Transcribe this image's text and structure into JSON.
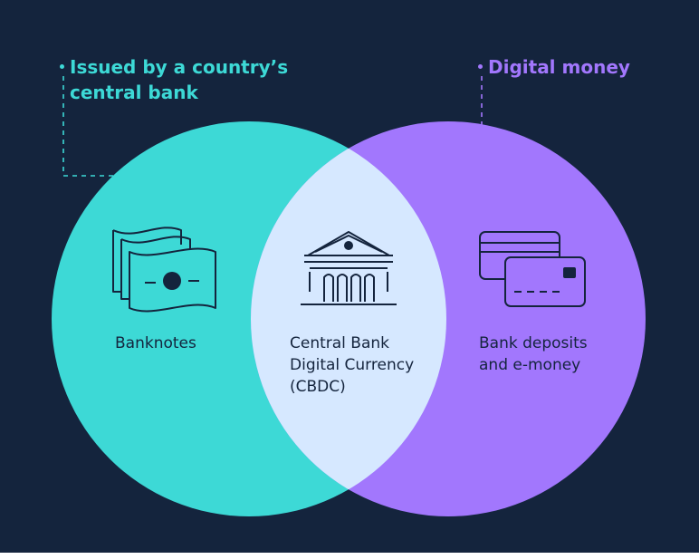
{
  "colors": {
    "background": "#14243d",
    "left_circle": "#3dd9d6",
    "right_circle": "#a277fd",
    "intersection": "#d6e8ff",
    "ink": "#14243d",
    "left_callout": "#3dd9d6",
    "right_callout": "#a277fd"
  },
  "callouts": {
    "left": {
      "line1": "Issued by a country’s",
      "line2": "central bank"
    },
    "right": {
      "line1": "Digital money"
    }
  },
  "sets": {
    "left": {
      "icon": "banknotes-icon",
      "label": "Banknotes"
    },
    "intersection": {
      "icon": "bank-building-icon",
      "label": "Central Bank\nDigital Currency\n(CBDC)"
    },
    "right": {
      "icon": "credit-cards-icon",
      "label": "Bank deposits\nand e-money"
    }
  }
}
